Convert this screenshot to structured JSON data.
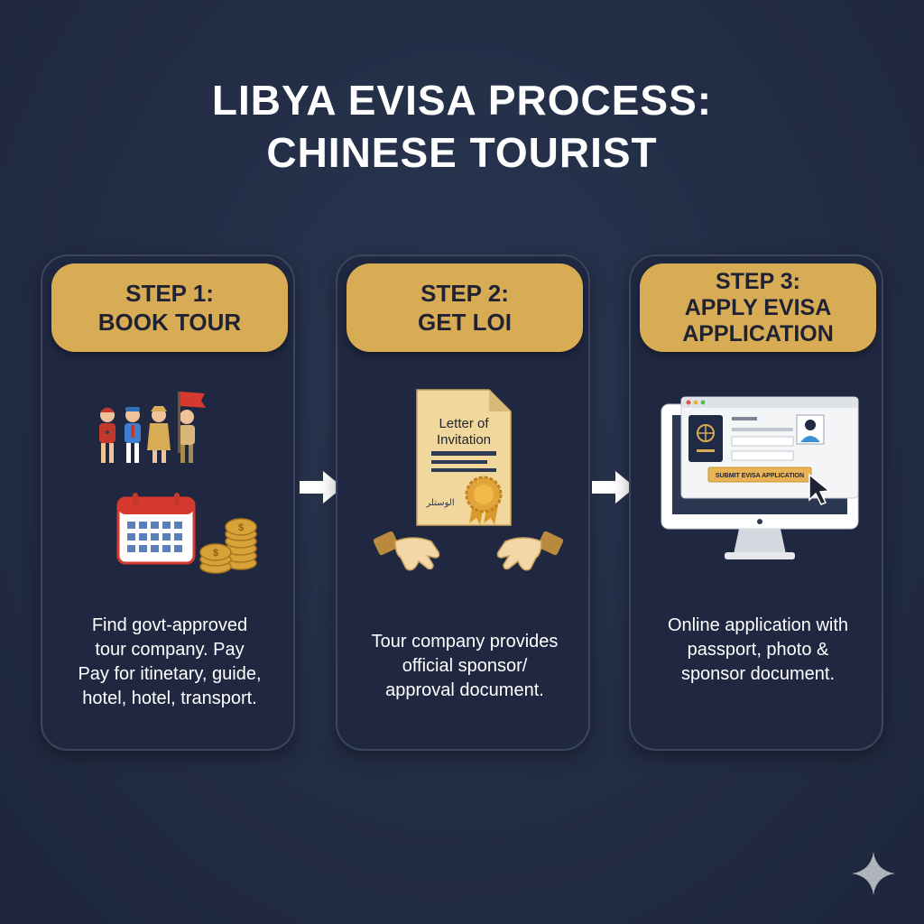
{
  "title": {
    "line1": "LIBYA EVISA PROCESS:",
    "line2": "CHINESE TOURIST"
  },
  "steps": [
    {
      "header_line1": "STEP 1:",
      "header_line2": "BOOK TOUR",
      "icons": [
        "tourist-group-icon",
        "flag-icon",
        "calendar-icon",
        "coins-icon"
      ],
      "description": [
        "Find govt-approved",
        "tour company. Pay",
        "Pay for itinetary, guide,",
        "hotel, hotel, transport."
      ]
    },
    {
      "header_line1": "STEP 2:",
      "header_line2": "GET LOI",
      "document_title_line1": "Letter of",
      "document_title_line2": "Invitation",
      "document_signature": "الوستلر",
      "icons": [
        "letter-document-icon",
        "seal-icon",
        "handshake-icon"
      ],
      "description": [
        "Tour company provides",
        "official sponsor/",
        "approval document."
      ]
    },
    {
      "header_line1": "STEP 3:",
      "header_line2": "APPLY EVISA",
      "header_line3": "APPLICATION",
      "submit_label": "SUBMIT EVISA APPLICATION",
      "icons": [
        "computer-monitor-icon",
        "passport-icon",
        "photo-id-icon",
        "cursor-icon"
      ],
      "description": [
        "Online application with",
        "passport, photo &",
        "sponsor document."
      ]
    }
  ],
  "colors": {
    "background": "#222c44",
    "accent_gold": "#d8ac55",
    "card_border": "#3a4660",
    "text": "#ffffff"
  }
}
